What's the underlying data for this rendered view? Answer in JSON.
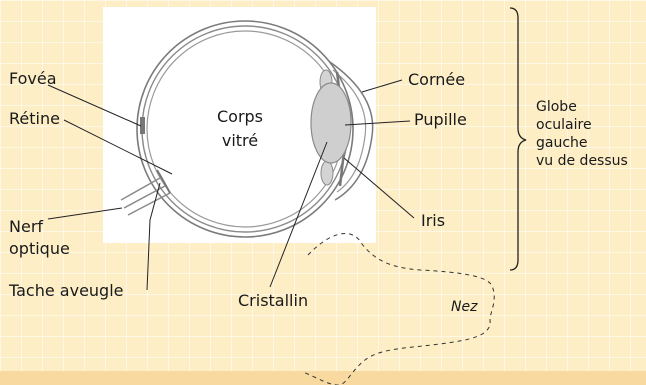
{
  "labels": {
    "fovea": "Fovéa",
    "retine": "Rétine",
    "nerf_line1": "Nerf",
    "nerf_line2": "optique",
    "tache": "Tache aveugle",
    "corps_line1": "Corps",
    "corps_line2": "vitré",
    "cornee": "Cornée",
    "pupille": "Pupille",
    "iris": "Iris",
    "cristallin": "Cristallin",
    "nez": "Nez"
  },
  "caption": {
    "line1": "Globe",
    "line2": "oculaire",
    "line3": "gauche",
    "line4": "vu de dessus"
  }
}
